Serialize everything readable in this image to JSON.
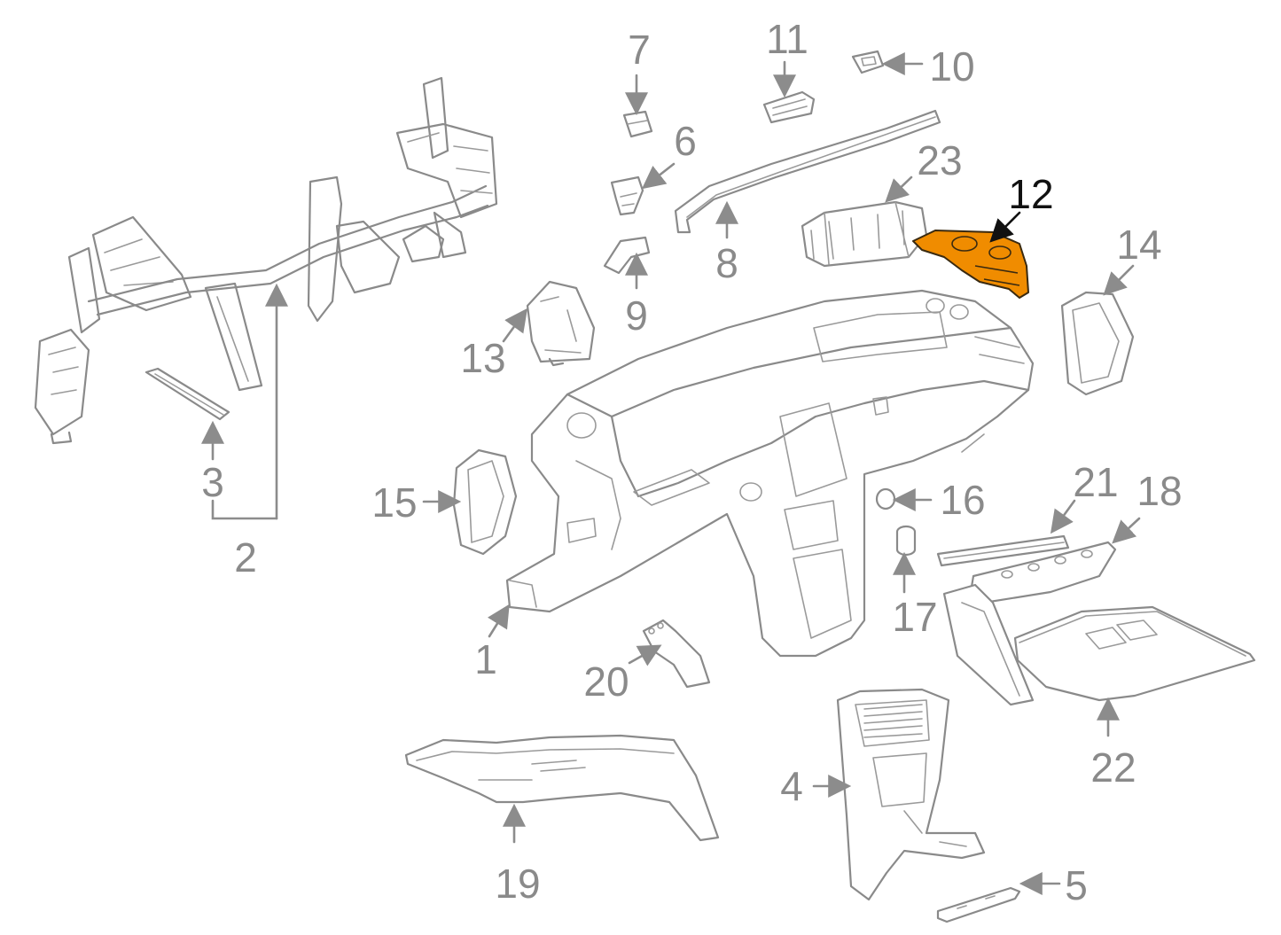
{
  "diagram": {
    "highlight_color": "#f08c00",
    "highlighted_part": "12",
    "callouts": {
      "c1": "1",
      "c2": "2",
      "c3": "3",
      "c4": "4",
      "c5": "5",
      "c6": "6",
      "c7": "7",
      "c8": "8",
      "c9": "9",
      "c10": "10",
      "c11": "11",
      "c12": "12",
      "c13": "13",
      "c14": "14",
      "c15": "15",
      "c16": "16",
      "c17": "17",
      "c18": "18",
      "c19": "19",
      "c20": "20",
      "c21": "21",
      "c22": "22",
      "c23": "23"
    }
  }
}
